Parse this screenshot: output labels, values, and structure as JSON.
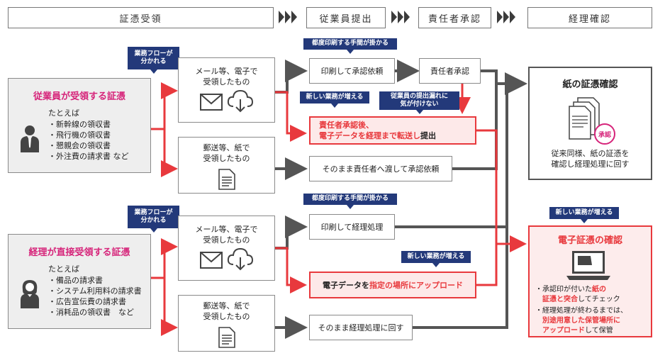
{
  "headers": {
    "receipt": "証憑受領",
    "submit": "従業員提出",
    "approve": "責任者承認",
    "confirm": "経理確認"
  },
  "section1": {
    "title": "従業員が受領する証憑",
    "example_label": "たとえば",
    "items": [
      "・新幹線の領収書",
      "・飛行機の領収書",
      "・懇親会の領収書",
      "・外注費の請求書 など"
    ],
    "tag_branch": "業務フローが\n分かれる",
    "email_box": "メール等、電子で\n受領したもの",
    "paper_box": "郵送等、紙で\n受領したもの",
    "tag_print": "都度印刷する手間が掛かる",
    "step_print": "印刷して承認依頼",
    "step_approve": "責任者承認",
    "tag_new": "新しい業務が増える",
    "tag_miss": "従業員の提出漏れに\n気が付けない",
    "red_line1": "責任者承認後、",
    "red_line2a": "電子データを経理まで転送し",
    "red_line2b": "提出",
    "step_handover": "そのまま責任者へ渡して承認依頼"
  },
  "section2": {
    "title": "経理が直接受領する証憑",
    "example_label": "たとえば",
    "items": [
      "・備品の請求書",
      "・システム利用料の請求書",
      "・広告宣伝費の請求書",
      "・消耗品の領収書　など"
    ],
    "tag_branch": "業務フローが\n分かれる",
    "email_box": "メール等、電子で\n受領したもの",
    "paper_box": "郵送等、紙で\n受領したもの",
    "tag_print": "都度印刷する手間が掛かる",
    "step_print": "印刷して経理処理",
    "tag_new": "新しい業務が増える",
    "red_a": "電子データを",
    "red_b": "指定の場所にアップロード",
    "step_process": "そのまま経理処理に回す"
  },
  "paper_confirm": {
    "title": "紙の証憑確認",
    "stamp": "承認",
    "desc": "従来同様、紙の証憑を\n確認し経理処理に回す"
  },
  "electronic_confirm": {
    "tag_new": "新しい業務が増える",
    "title": "電子証憑の確認",
    "b1a": "・承認印が付いた",
    "b1b": "紙の",
    "b1c": "証憑と突合",
    "b1d": "してチェック",
    "b2a": "・経理処理が終わるまでは、",
    "b2b": "別途用意した保管場所に",
    "b2c": "アップロード",
    "b2d": "して保管"
  },
  "colors": {
    "accent_red": "#e8393d",
    "navy": "#23397a",
    "pink": "#d6247a",
    "gray_line": "#555555"
  }
}
